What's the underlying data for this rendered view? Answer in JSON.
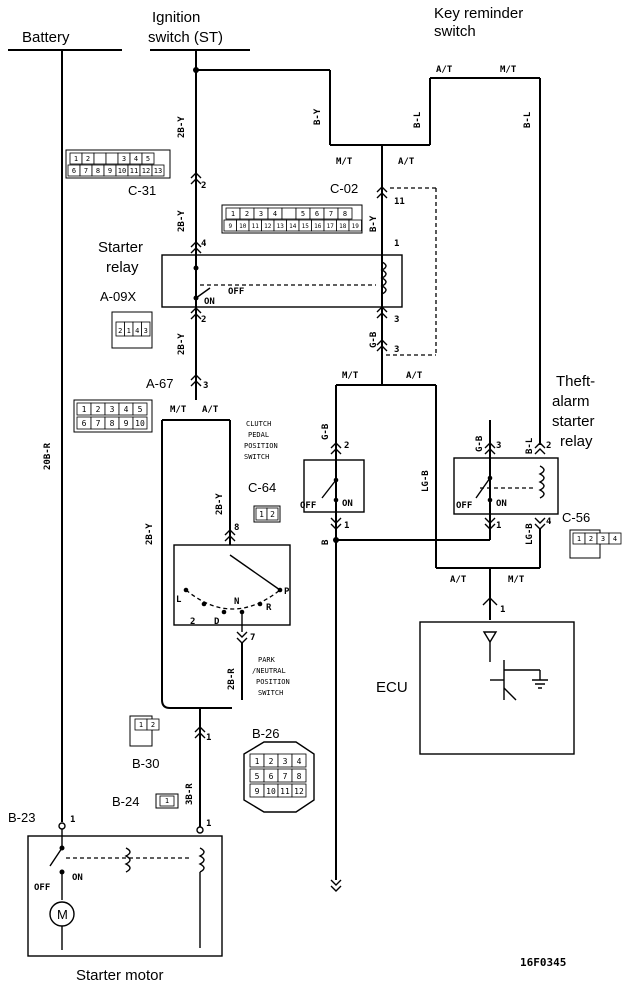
{
  "labels": {
    "battery": "Battery",
    "ignition_line1": "Ignition",
    "ignition_line2": "switch (ST)",
    "key_reminder_line1": "Key reminder",
    "key_reminder_line2": "switch",
    "starter_relay_line1": "Starter",
    "starter_relay_line2": "relay",
    "theft_line1": "Theft-",
    "theft_line2": "alarm",
    "theft_line3": "starter",
    "theft_line4": "relay",
    "clutch_line1": "CLUTCH",
    "clutch_line2": "PEDAL",
    "clutch_line3": "POSITION",
    "clutch_line4": "SWITCH",
    "park_line1": "PARK",
    "park_line2": "/NEUTRAL",
    "park_line3": "POSITION",
    "park_line4": "SWITCH",
    "ecu": "ECU",
    "starter_motor": "Starter motor",
    "figure_code": "16F0345",
    "motor_symbol": "M"
  },
  "connectors": {
    "c31": "C-31",
    "c02": "C-02",
    "a09x": "A-09X",
    "a67": "A-67",
    "c64": "C-64",
    "c56": "C-56",
    "b30": "B-30",
    "b24": "B-24",
    "b26": "B-26",
    "b23": "B-23"
  },
  "wires": {
    "w_20R": "20B-R",
    "w_2BY_a": "2B-Y",
    "w_2BY_b": "2B-Y",
    "w_2BY_c": "2B-Y",
    "w_2BY_d": "2B-Y",
    "w_2BY_e": "2B-Y",
    "w_BY_a": "B-Y",
    "w_BY_b": "B-Y",
    "w_BL_a": "B-L",
    "w_BL_b": "B-L",
    "w_BL_c": "B-L",
    "w_GB_a": "G-B",
    "w_GB_b": "G-B",
    "w_GB_c": "G-B",
    "w_LGB_a": "LG-B",
    "w_LGB_b": "LG-B",
    "w_B_a": "B",
    "w_2BR": "2B-R",
    "w_3BR": "3B-R"
  },
  "variants": {
    "mt": "M/T",
    "at": "A/T"
  },
  "switch_states": {
    "on": "ON",
    "off": "OFF"
  },
  "pins": {
    "p1": "1",
    "p2": "2",
    "p3": "3",
    "p4": "4",
    "p7": "7",
    "p8": "8",
    "p11": "11"
  },
  "shift_positions": {
    "L": "L",
    "two": "2",
    "D": "D",
    "N": "N",
    "R": "R",
    "P": "P"
  },
  "connector_pins": {
    "c31_row1": [
      "1",
      "2",
      "",
      "",
      "3",
      "4",
      "5"
    ],
    "c31_row2": [
      "6",
      "7",
      "8",
      "9",
      "10",
      "11",
      "12",
      "13"
    ],
    "c02_row1": [
      "1",
      "2",
      "3",
      "4",
      "",
      "5",
      "6",
      "7",
      "8"
    ],
    "c02_row2": [
      "9",
      "10",
      "11",
      "12",
      "13",
      "14",
      "15",
      "16",
      "17",
      "18",
      "19"
    ],
    "a09x": [
      "2",
      "1",
      "4",
      "3"
    ],
    "a67_row1": [
      "1",
      "2",
      "3",
      "4",
      "5"
    ],
    "a67_row2": [
      "6",
      "7",
      "8",
      "9",
      "10"
    ],
    "c64": [
      "1",
      "2"
    ],
    "c56": [
      "1",
      "2",
      "3",
      "4"
    ],
    "b30": [
      "1",
      "2"
    ],
    "b24": [
      "1"
    ],
    "b26_row1": [
      "1",
      "2",
      "3",
      "4"
    ],
    "b26_row2": [
      "5",
      "6",
      "7",
      "8"
    ],
    "b26_row3": [
      "9",
      "10",
      "11",
      "12"
    ]
  }
}
